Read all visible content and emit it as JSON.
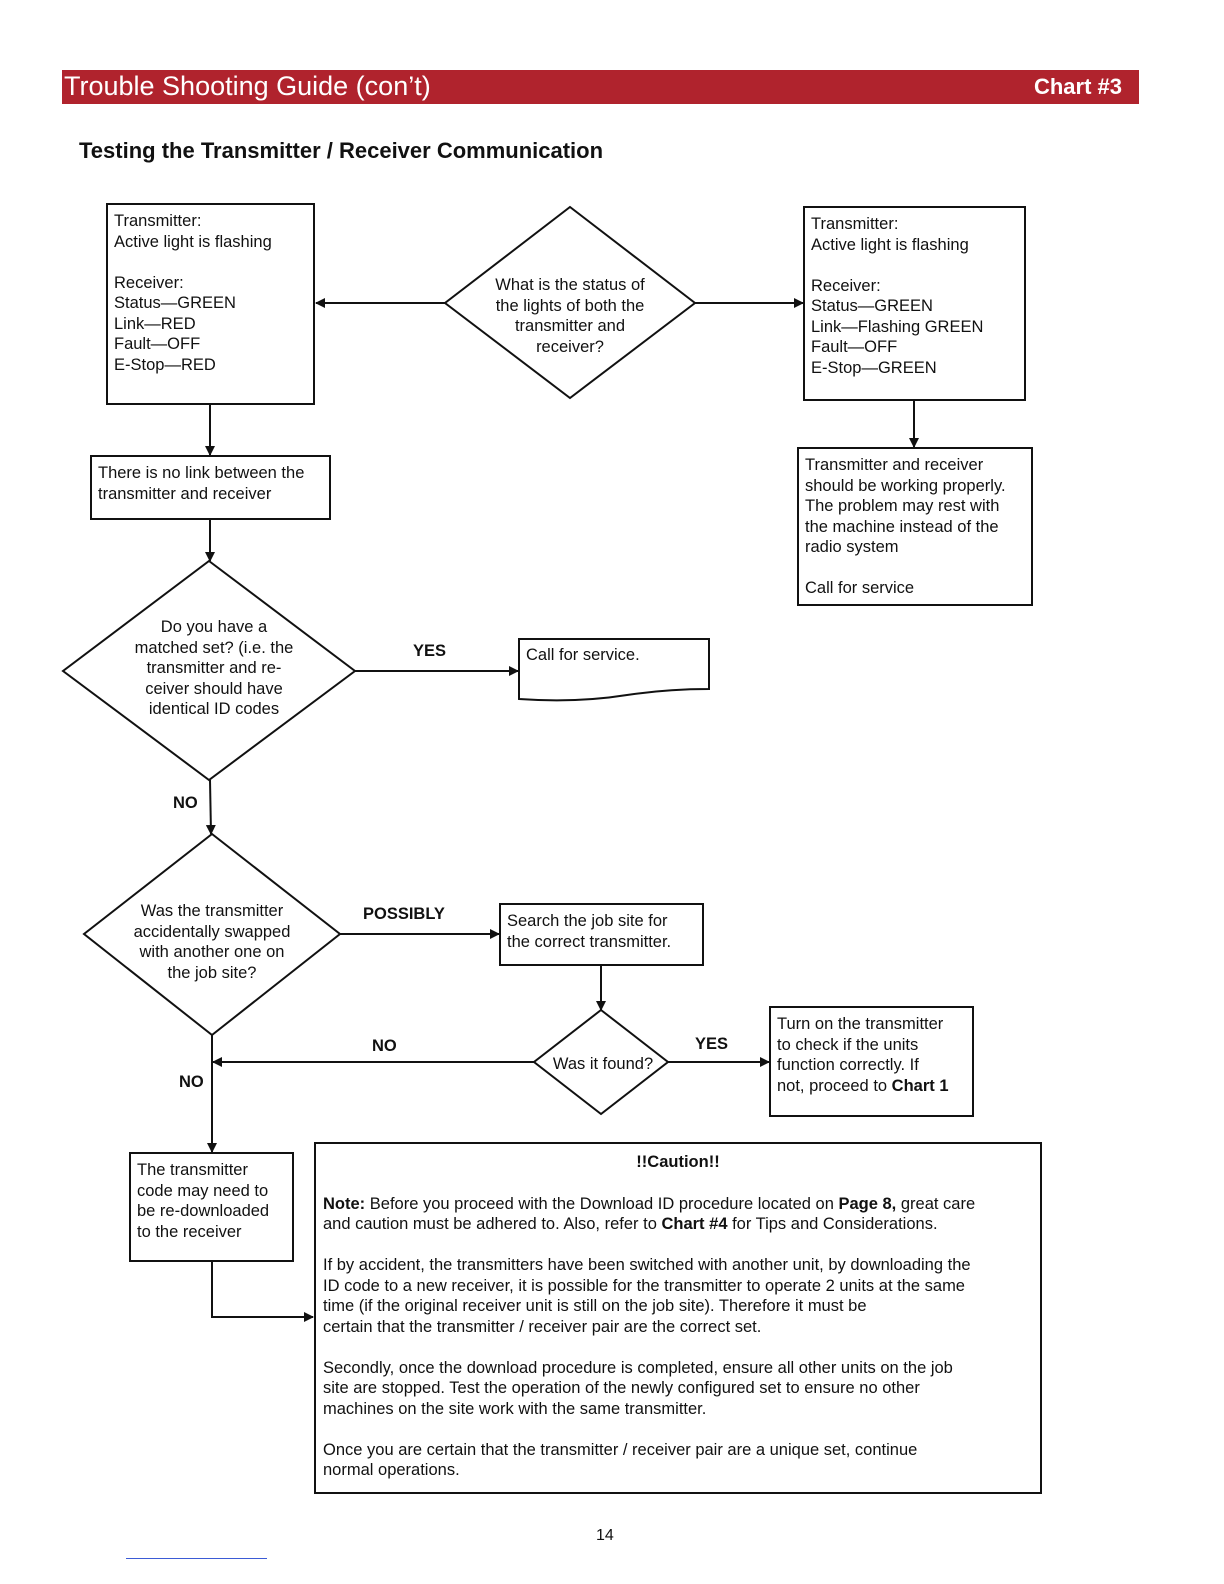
{
  "header": {
    "title": "Trouble Shooting Guide (con’t)",
    "chart_label": "Chart #3",
    "accent_color": "#b0232d"
  },
  "subtitle": "Testing the Transmitter / Receiver Communication",
  "nodes": {
    "status_question": [
      "What is the status of",
      "the lights of both the",
      "transmitter and",
      "receiver?"
    ],
    "left_state": [
      "Transmitter:",
      "Active light is flashing",
      "",
      "Receiver:",
      "Status—GREEN",
      "Link—RED",
      "Fault—OFF",
      "E-Stop—RED"
    ],
    "right_state": [
      "Transmitter:",
      "Active light is flashing",
      "",
      "Receiver:",
      "Status—GREEN",
      "Link—Flashing GREEN",
      "Fault—OFF",
      "E-Stop—GREEN"
    ],
    "no_link": [
      "There is no link between the",
      "transmitter and receiver"
    ],
    "working_properly": [
      "Transmitter and receiver",
      "should be working properly.",
      "The problem may rest with",
      "the machine instead of the",
      "radio system",
      "",
      "Call for service"
    ],
    "matched_set_question": [
      "Do you have a",
      "matched set? (i.e. the",
      "transmitter and re-",
      "ceiver should have",
      "identical ID codes"
    ],
    "call_service": "Call for service.",
    "swapped_question": [
      "Was the transmitter",
      "accidentally swapped",
      "with another one on",
      "the job site?"
    ],
    "search_site": [
      "Search the job site for",
      "the correct transmitter."
    ],
    "found_question": "Was it found?",
    "turn_on": {
      "lines": [
        "Turn on the transmitter",
        "to check if the units",
        "function correctly.  If"
      ],
      "last_prefix": "not, proceed to ",
      "last_bold": "Chart 1"
    },
    "redownload": [
      "The transmitter",
      "code may need to",
      "be re-downloaded",
      "to the receiver"
    ]
  },
  "edge_labels": {
    "yes_matched": "YES",
    "no_matched": "NO",
    "possibly": "POSSIBLY",
    "no_found": "NO",
    "yes_found": "YES",
    "no_swapped": "NO"
  },
  "caution": {
    "title": "!!Caution!!",
    "note_label": "Note:",
    "note_a": "  Before you proceed with the Download ID procedure located on ",
    "note_page": "Page 8,",
    "note_b": " great care",
    "note_c": "and caution must be adhered to. Also, refer to ",
    "note_chart": "Chart #4",
    "note_d": " for Tips and Considerations.",
    "para2": [
      "If by accident, the transmitters have been switched with another unit, by downloading the",
      "ID code to a new receiver, it is possible for the transmitter to operate 2 units at the same",
      "time (if the original receiver unit is still on the job site).  Therefore it must be",
      "certain that the transmitter / receiver pair are the correct set."
    ],
    "para3": [
      "Secondly, once the download procedure is completed, ensure all other units on the job",
      "site are stopped.  Test the operation of the newly configured set to ensure no other",
      "machines on the site work with the same transmitter."
    ],
    "para4": [
      "Once you are certain that the transmitter / receiver pair are a unique set, continue",
      "normal operations."
    ]
  },
  "page_number": "14"
}
